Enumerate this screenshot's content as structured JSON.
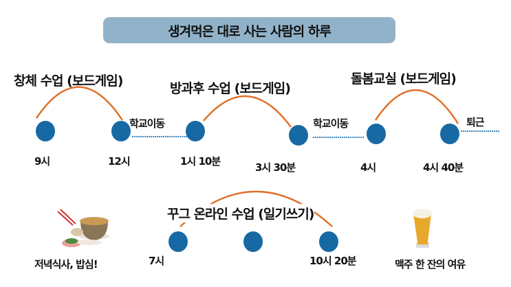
{
  "title": "생겨먹은 대로 사는 사람의 하루",
  "activities": [
    "창체 수업 (보드게임)",
    "방과후 수업 (보드게임)",
    "돌봄교실 (보드게임)",
    "꾸그 온라인 수업 (일기쓰기)"
  ],
  "transitions": [
    "학교이동",
    "학교이동",
    "퇴근"
  ],
  "times": [
    "9시",
    "12시",
    "1시 10분",
    "3시 30분",
    "4시",
    "4시 40분",
    "7시",
    "10시 20분"
  ],
  "captions": {
    "dinner": "저녁식사, 밥심!",
    "beer": "맥주 한 잔의 여유"
  },
  "colors": {
    "dot": "#1769a4",
    "arc": "#e0702a",
    "pill": "#91b2c9",
    "dotted": "#3a86c0"
  }
}
